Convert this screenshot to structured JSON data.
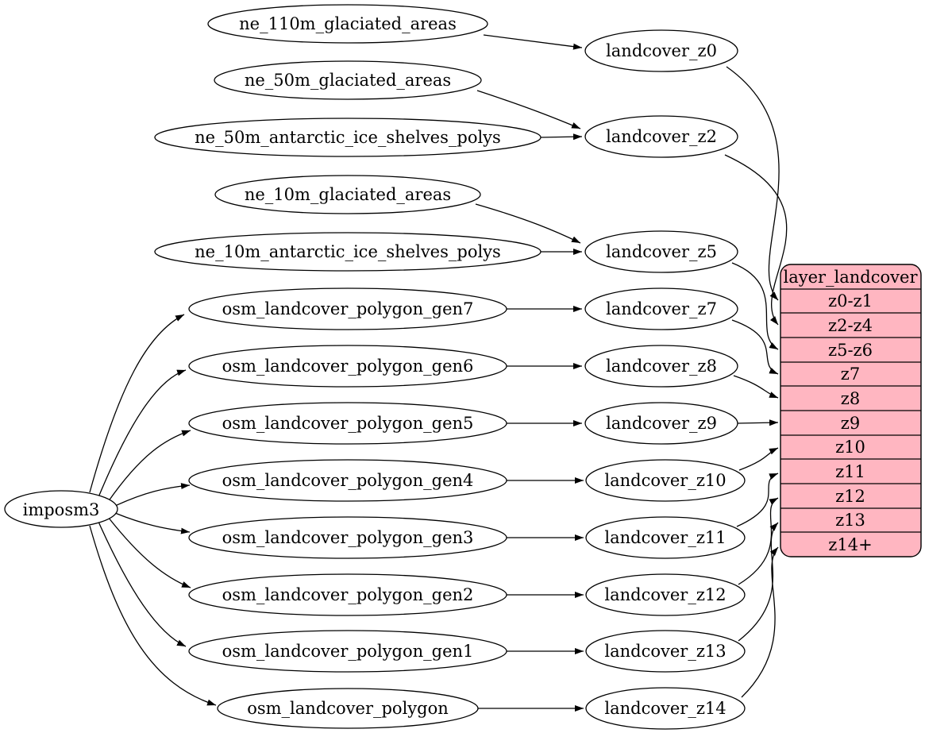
{
  "diagram": {
    "colors": {
      "table_fill": "#ffb6c1",
      "node_fill": "#ffffff",
      "line": "#000000",
      "background": "#ffffff"
    },
    "imposm_label": "imposm3",
    "sources": [
      "ne_110m_glaciated_areas",
      "ne_50m_glaciated_areas",
      "ne_50m_antarctic_ice_shelves_polys",
      "ne_10m_glaciated_areas",
      "ne_10m_antarctic_ice_shelves_polys",
      "osm_landcover_polygon_gen7",
      "osm_landcover_polygon_gen6",
      "osm_landcover_polygon_gen5",
      "osm_landcover_polygon_gen4",
      "osm_landcover_polygon_gen3",
      "osm_landcover_polygon_gen2",
      "osm_landcover_polygon_gen1",
      "osm_landcover_polygon"
    ],
    "intermediates": [
      "landcover_z0",
      "landcover_z2",
      "landcover_z5",
      "landcover_z7",
      "landcover_z8",
      "landcover_z9",
      "landcover_z10",
      "landcover_z11",
      "landcover_z12",
      "landcover_z13",
      "landcover_z14"
    ],
    "table": {
      "title": "layer_landcover",
      "rows": [
        "z0-z1",
        "z2-z4",
        "z5-z6",
        "z7",
        "z8",
        "z9",
        "z10",
        "z11",
        "z12",
        "z13",
        "z14+"
      ]
    }
  }
}
